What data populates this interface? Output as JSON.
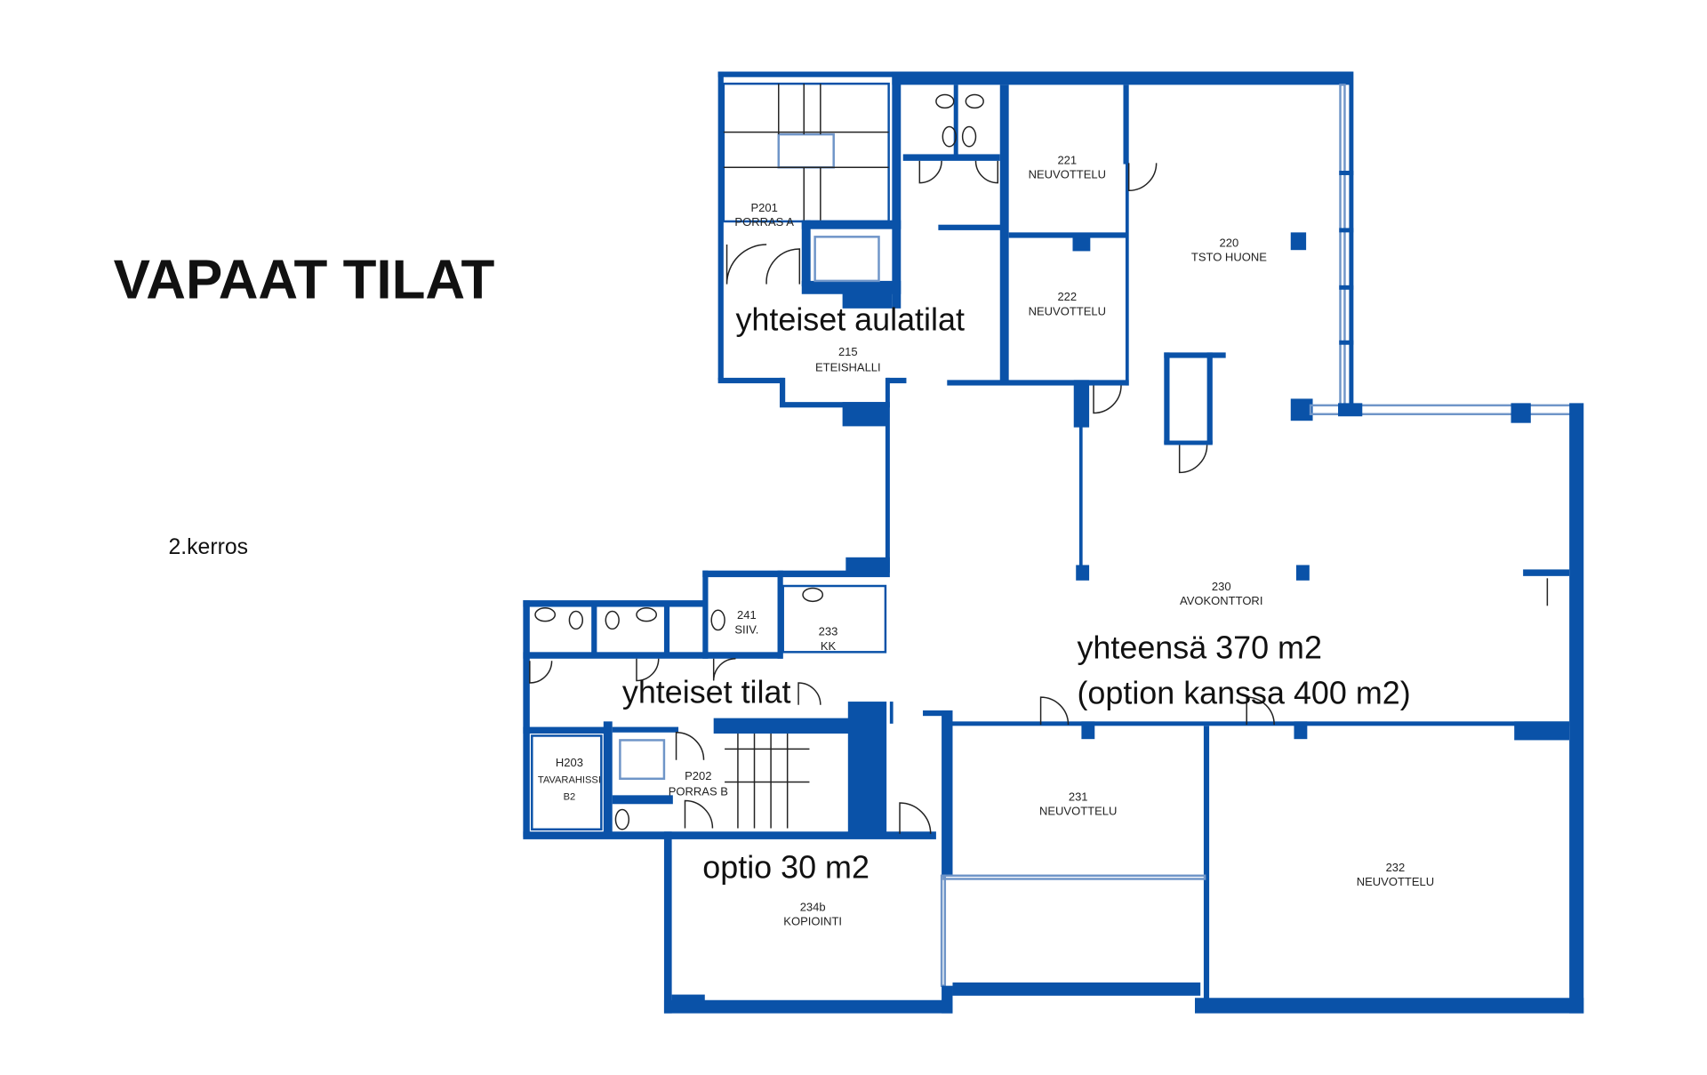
{
  "title": "VAPAAT TILAT",
  "floor": "2.kerros",
  "annotations": {
    "common_lobby": "yhteiset aulatilat",
    "common_spaces": "yhteiset tilat",
    "total": "yhteensä 370 m2",
    "total_with_option": "(option kanssa 400 m2)",
    "option": "optio 30 m2"
  },
  "rooms": [
    {
      "number": "P201",
      "name": "PORRAS A"
    },
    {
      "number": "215",
      "name": "ETEISHALLI"
    },
    {
      "number": "221",
      "name": "NEUVOTTELU"
    },
    {
      "number": "222",
      "name": "NEUVOTTELU"
    },
    {
      "number": "220",
      "name": "TSTO HUONE"
    },
    {
      "number": "230",
      "name": "AVOKONTTORI"
    },
    {
      "number": "241",
      "name": "SIIV."
    },
    {
      "number": "233",
      "name": "KK"
    },
    {
      "number": "H203",
      "name": "TAVARAHISSI",
      "extra": "B2"
    },
    {
      "number": "P202",
      "name": "PORRAS B"
    },
    {
      "number": "231",
      "name": "NEUVOTTELU"
    },
    {
      "number": "232",
      "name": "NEUVOTTELU"
    },
    {
      "number": "234b",
      "name": "KOPIOINTI"
    }
  ],
  "colors": {
    "walls": "#0a52a8",
    "text": "#111111"
  }
}
